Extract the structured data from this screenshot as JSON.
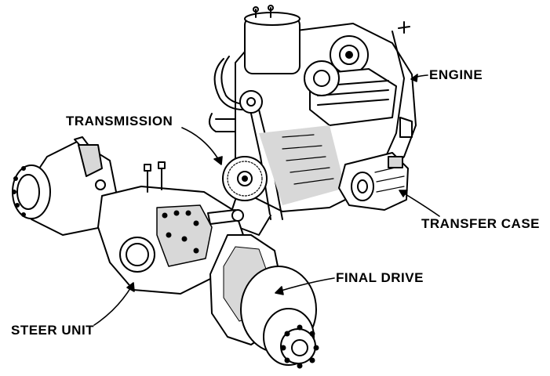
{
  "figure": {
    "labels": {
      "engine": "ENGINE",
      "transmission": "TRANSMISSION",
      "transfer_case": "TRANSFER CASE",
      "final_drive": "FINAL DRIVE",
      "steer_unit": "STEER UNIT"
    }
  },
  "colors": {
    "ink": "#000000",
    "paper": "#ffffff",
    "shade": "#d8d8d8"
  }
}
